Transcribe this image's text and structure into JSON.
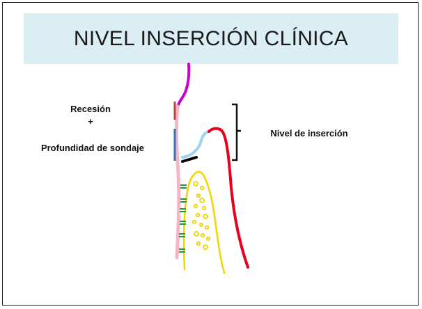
{
  "title": "NIVEL INSERCIÓN CLÍNICA",
  "labels": {
    "recession": "Recesión",
    "plus": "+",
    "probing_depth": "Profundidad de sondaje",
    "attachment_level": "Nivel de inserción"
  },
  "colors": {
    "title_background": "#dbeef4",
    "enamel_line": "#cc00cc",
    "tooth_root": "#f4b6c2",
    "gingiva": "#e8001c",
    "sulcus": "#9fd3ee",
    "recession_marker": "#b8463e",
    "probing_marker": "#3b6fb0",
    "junctional_epithelium": "#000000",
    "bone": "#f1d400",
    "ligament_fibers": "#1f9a3a"
  }
}
